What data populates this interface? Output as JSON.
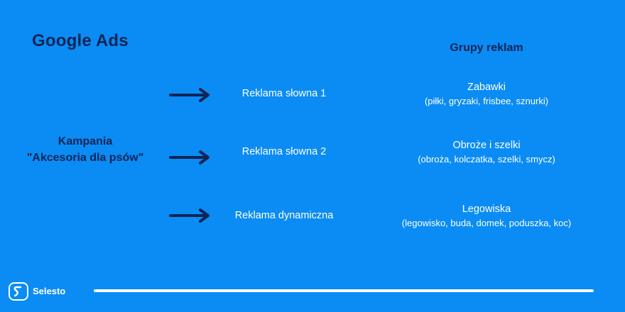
{
  "title": "Google Ads",
  "groups_header": "Grupy reklam",
  "campaign": {
    "line1": "Kampania",
    "line2": "\"Akcesoria dla psów\""
  },
  "rows": [
    {
      "ad_type": "Reklama słowna 1",
      "group_name": "Zabawki",
      "keywords": "(piłki, gryzaki, frisbee, sznurki)"
    },
    {
      "ad_type": "Reklama słowna 2",
      "group_name": "Obroże i szelki",
      "keywords": "(obroża, kolczatka, szelki, smycz)"
    },
    {
      "ad_type": "Reklama dynamiczna",
      "group_name": "Legowiska",
      "keywords": "(legowisko, buda, domek, poduszka, koc)"
    }
  ],
  "footer": {
    "brand": "Selesto",
    "logo_icon": "selesto-logo-icon"
  },
  "colors": {
    "background": "#0a8cf4",
    "dark_text": "#112454",
    "light_text": "#ffffff",
    "arrow": "#112454"
  }
}
